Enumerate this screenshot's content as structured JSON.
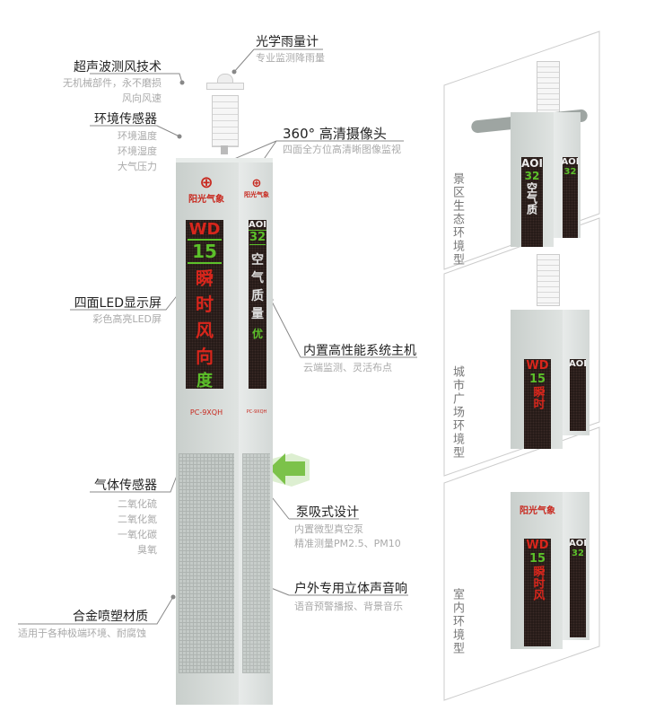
{
  "callouts": {
    "rain_gauge": {
      "title": "光学雨量计",
      "desc": [
        "专业监测降雨量"
      ]
    },
    "ultrasonic_wind": {
      "title": "超声波测风技术",
      "desc": [
        "无机械部件，永不磨损",
        "风向风速"
      ]
    },
    "env_sensor": {
      "title": "环境传感器",
      "desc": [
        "环境温度",
        "环境湿度",
        "大气压力"
      ]
    },
    "camera": {
      "title": "360°  高清摄像头",
      "desc": [
        "四面全方位高清晰图像监视"
      ]
    },
    "led": {
      "title": "四面LED显示屏",
      "desc": [
        "彩色高亮LED屏"
      ]
    },
    "host": {
      "title": "内置高性能系统主机",
      "desc": [
        "云端监测、灵活布点"
      ]
    },
    "gas_sensor": {
      "title": "气体传感器",
      "desc": [
        "二氧化硫",
        "二氧化氮",
        "一氧化碳",
        "臭氧"
      ]
    },
    "pump": {
      "title": "泵吸式设计",
      "desc": [
        "内置微型真空泵",
        "精准测量PM2.5、PM10"
      ]
    },
    "speaker": {
      "title": "户外专用立体声音响",
      "desc": [
        "语音预警播报、背景音乐"
      ]
    },
    "material": {
      "title": "合金喷塑材质",
      "desc": [
        "适用于各种极端环境、耐腐蚀"
      ]
    }
  },
  "device": {
    "brand": "阳光气象",
    "model": "PC-9XQH",
    "front_screen": {
      "code": "WD",
      "value": "15",
      "text": [
        "瞬",
        "时",
        "风",
        "向"
      ],
      "unit": "度"
    },
    "side_screen": {
      "code": "AOI",
      "value": "32",
      "text": [
        "空",
        "气",
        "质",
        "量"
      ],
      "grade": "优"
    }
  },
  "variants": [
    {
      "label": "景区生态环境型",
      "screen_code": "AOI",
      "value": "32",
      "text": "空气质"
    },
    {
      "label": "城市广场环境型",
      "screen_code": "WD",
      "value": "15",
      "text": "瞬时"
    },
    {
      "label": "室内环境型",
      "screen_code": "WD",
      "value": "15",
      "text": "瞬时风"
    }
  ],
  "colors": {
    "red": "#d8261c",
    "green": "#5cc02a",
    "arrow": "#7cc24a"
  }
}
